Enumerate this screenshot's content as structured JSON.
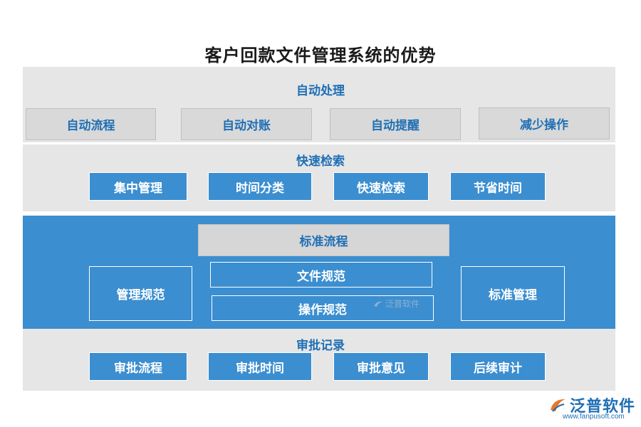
{
  "title": "客户回款文件管理系统的优势",
  "sections": {
    "auto": {
      "title": "自动处理",
      "items": [
        "自动流程",
        "自动对账",
        "自动提醒",
        "减少操作"
      ]
    },
    "search": {
      "title": "快速检索",
      "items": [
        "集中管理",
        "时间分类",
        "快速检索",
        "节省时间"
      ]
    },
    "standard": {
      "header": "标准流程",
      "left": "管理规范",
      "middle": [
        "文件规范",
        "操作规范"
      ],
      "right": "标准管理"
    },
    "approval": {
      "title": "审批记录",
      "items": [
        "审批流程",
        "审批时间",
        "审批意见",
        "后续审计"
      ]
    }
  },
  "watermark": "泛普软件",
  "logo": {
    "name": "泛普软件",
    "url": "www.fanpusoft.com"
  },
  "colors": {
    "blue": "#3b8ed0",
    "panel_gray": "#e6e6e6",
    "box_gray": "#d9d9d9",
    "title_blue": "#1f6fb5"
  }
}
